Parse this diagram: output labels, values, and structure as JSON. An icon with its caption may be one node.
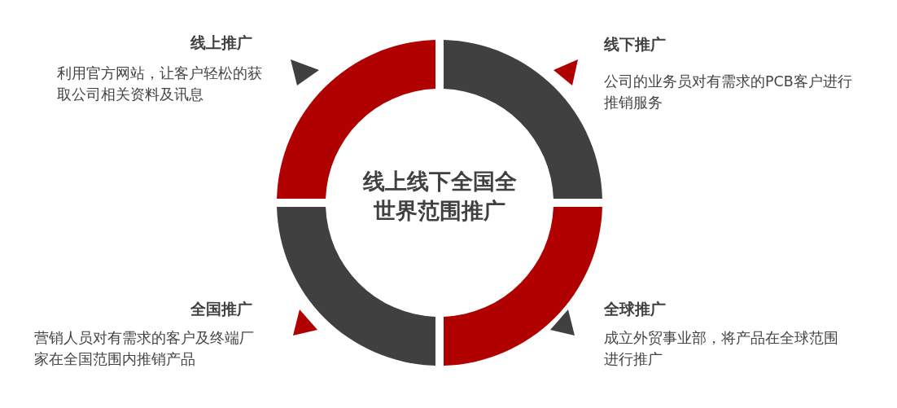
{
  "diagram": {
    "nodes": [
      {
        "text": [
          "线上线下全国全世界范围推广"
        ]
      }
    ],
    "labels": [
      "线上推广",
      "利用官方网站，让客户轻松的获取公司相关资料及讯息",
      "线下推广",
      "公司的业务员对有需求的PCB客户进行推销服务",
      "全国推广",
      "营销人员对有需求的客户及终端厂家在全国范围内推销产品",
      "全球推广",
      "成立外贸事业部，将产品在全球范围进行推广"
    ]
  }
}
